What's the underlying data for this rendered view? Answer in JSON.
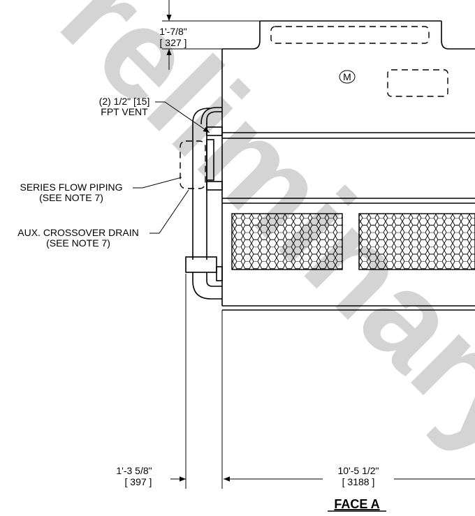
{
  "watermark": "Preliminary",
  "logo": "M",
  "dimensions": {
    "top_offset": {
      "imperial": "1'-7/8\"",
      "metric": "[ 327 ]"
    },
    "left_offset": {
      "imperial": "1'-3 5/8\"",
      "metric": "[ 397 ]"
    },
    "width": {
      "imperial": "10'-5 1/2\"",
      "metric": "[ 3188 ]"
    }
  },
  "callouts": {
    "vent_line1": "(2) 1/2\" [15]",
    "vent_line2": "FPT VENT",
    "series_line1": "SERIES FLOW PIPING",
    "series_line2": "(SEE NOTE 7)",
    "drain_line1": "AUX. CROSSOVER DRAIN",
    "drain_line2": "(SEE NOTE 7)"
  },
  "view_title": "FACE A",
  "colors": {
    "line": "#000000",
    "watermark": "#d4d4d4",
    "louver": "#ffffff"
  }
}
